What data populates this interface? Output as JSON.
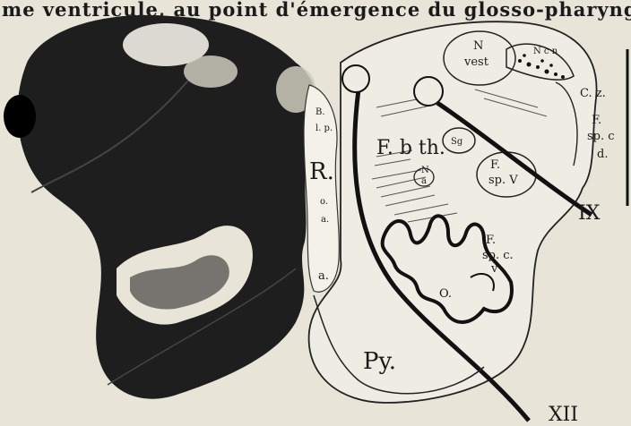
{
  "caption_top": "me ventricule, au point d'émergence du glosso-pharyngien",
  "labels": {
    "n_vest_n": "N",
    "n_vest_vest": "vest",
    "ncn": "N c n",
    "cz": "C. z.",
    "f_spcd_f": "F.",
    "f_spcd_sp": "sp. c",
    "f_spcd_d": "d.",
    "bip_b": "B.",
    "bip_ip": "l. p.",
    "r": "R.",
    "oa_o": "o.",
    "oa_a": "a.",
    "a_lower": "a.",
    "fbth": "F. b th.",
    "sg": "Sg",
    "na_n": "N",
    "na_a": "a",
    "fspv_f": "F.",
    "fspv_sp": "sp. V",
    "ix": "IX",
    "fspcv_f": "F.",
    "fspcv_sp": "sp. c.",
    "fspcv_v": "v",
    "o": "O.",
    "py": "Py.",
    "xii": "XII"
  }
}
